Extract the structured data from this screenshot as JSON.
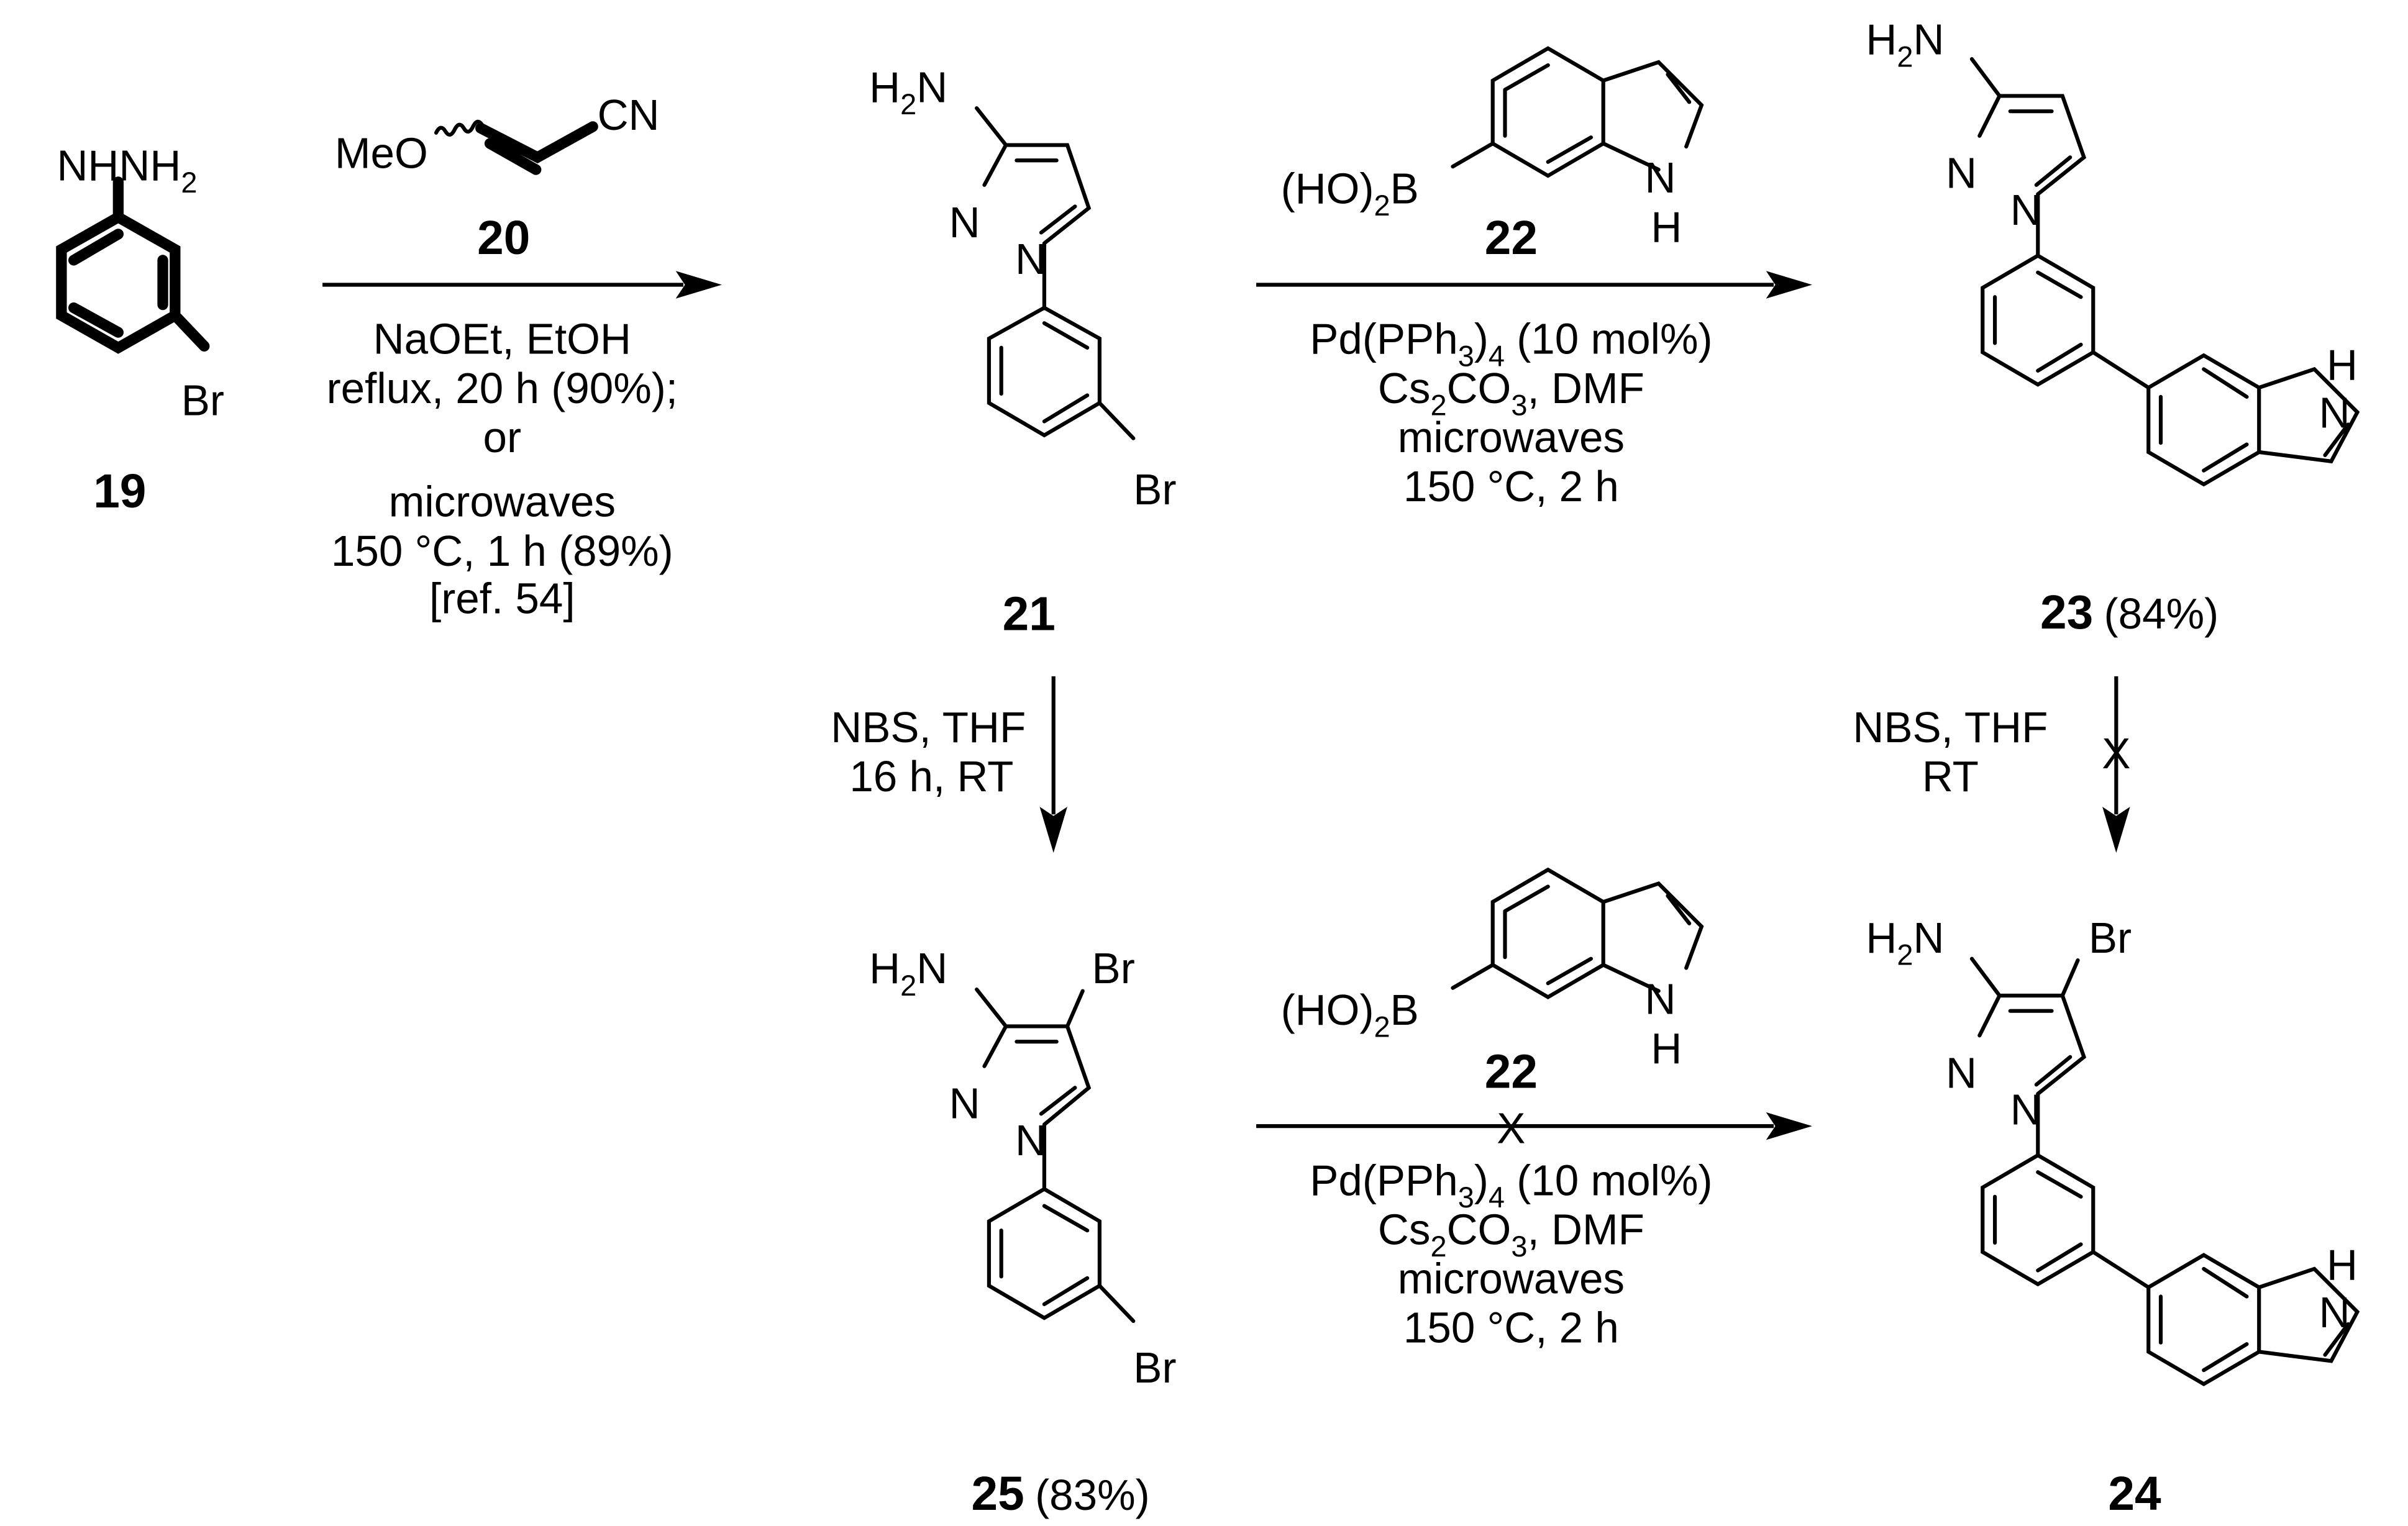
{
  "compounds": {
    "c19": {
      "label": "19",
      "atoms": {
        "hydrazine": "NHNH",
        "hydrazine_sub": "2",
        "br": "Br"
      }
    },
    "c20": {
      "label": "20",
      "atoms": {
        "meo": "MeO",
        "cn": "CN"
      }
    },
    "c21": {
      "label": "21",
      "atoms": {
        "h": "H",
        "h_sub": "2",
        "nh2n": "N",
        "n_a": "N",
        "n_b": "N",
        "br": "Br"
      }
    },
    "c22": {
      "label": "22",
      "atoms": {
        "boronic": "(HO)",
        "boronic_sub": "2",
        "boronic_b": "B",
        "nh_n": "N",
        "nh_h": "H"
      }
    },
    "c23": {
      "label": "23",
      "yield": "(84%)",
      "atoms": {
        "h": "H",
        "h_sub": "2",
        "nh2n": "N",
        "n_a": "N",
        "n_b": "N",
        "indole_h": "H",
        "indole_n": "N"
      }
    },
    "c24": {
      "label": "24",
      "atoms": {
        "h": "H",
        "h_sub": "2",
        "nh2n": "N",
        "br": "Br",
        "n_a": "N",
        "n_b": "N",
        "indole_h": "H",
        "indole_n": "N"
      }
    },
    "c25": {
      "label": "25",
      "yield": "(83%)",
      "atoms": {
        "h": "H",
        "h_sub": "2",
        "nh2n": "N",
        "br": "Br",
        "n_a": "N",
        "n_b": "N",
        "br2": "Br"
      }
    }
  },
  "reactions": {
    "r1": {
      "line1": "NaOEt, EtOH",
      "line2": "reflux, 20 h (90%);",
      "line3": "or",
      "line4": "microwaves",
      "line5": "150 °C, 1 h (89%)",
      "line6": "[ref. 54]"
    },
    "r2": {
      "cat_a": "Pd(PPh",
      "cat_s1": "3",
      "cat_b": ")",
      "cat_s2": "4",
      "cat_c": " (10 mol%)",
      "base_a": "Cs",
      "base_s1": "2",
      "base_b": "CO",
      "base_s2": "3",
      "base_c": ", DMF",
      "line3": "microwaves",
      "line4": "150 °C, 2 h"
    },
    "r3": {
      "line1": "NBS, THF",
      "line2": "16 h, RT"
    },
    "r4": {
      "line1": "NBS, THF",
      "line2": "RT",
      "blocked_mark": "X"
    },
    "r5": {
      "cat_a": "Pd(PPh",
      "cat_s1": "3",
      "cat_b": ")",
      "cat_s2": "4",
      "cat_c": " (10 mol%)",
      "base_a": "Cs",
      "base_s1": "2",
      "base_b": "CO",
      "base_s2": "3",
      "base_c": ", DMF",
      "line3": "microwaves",
      "line4": "150 °C, 2 h",
      "blocked_mark": "X"
    }
  }
}
